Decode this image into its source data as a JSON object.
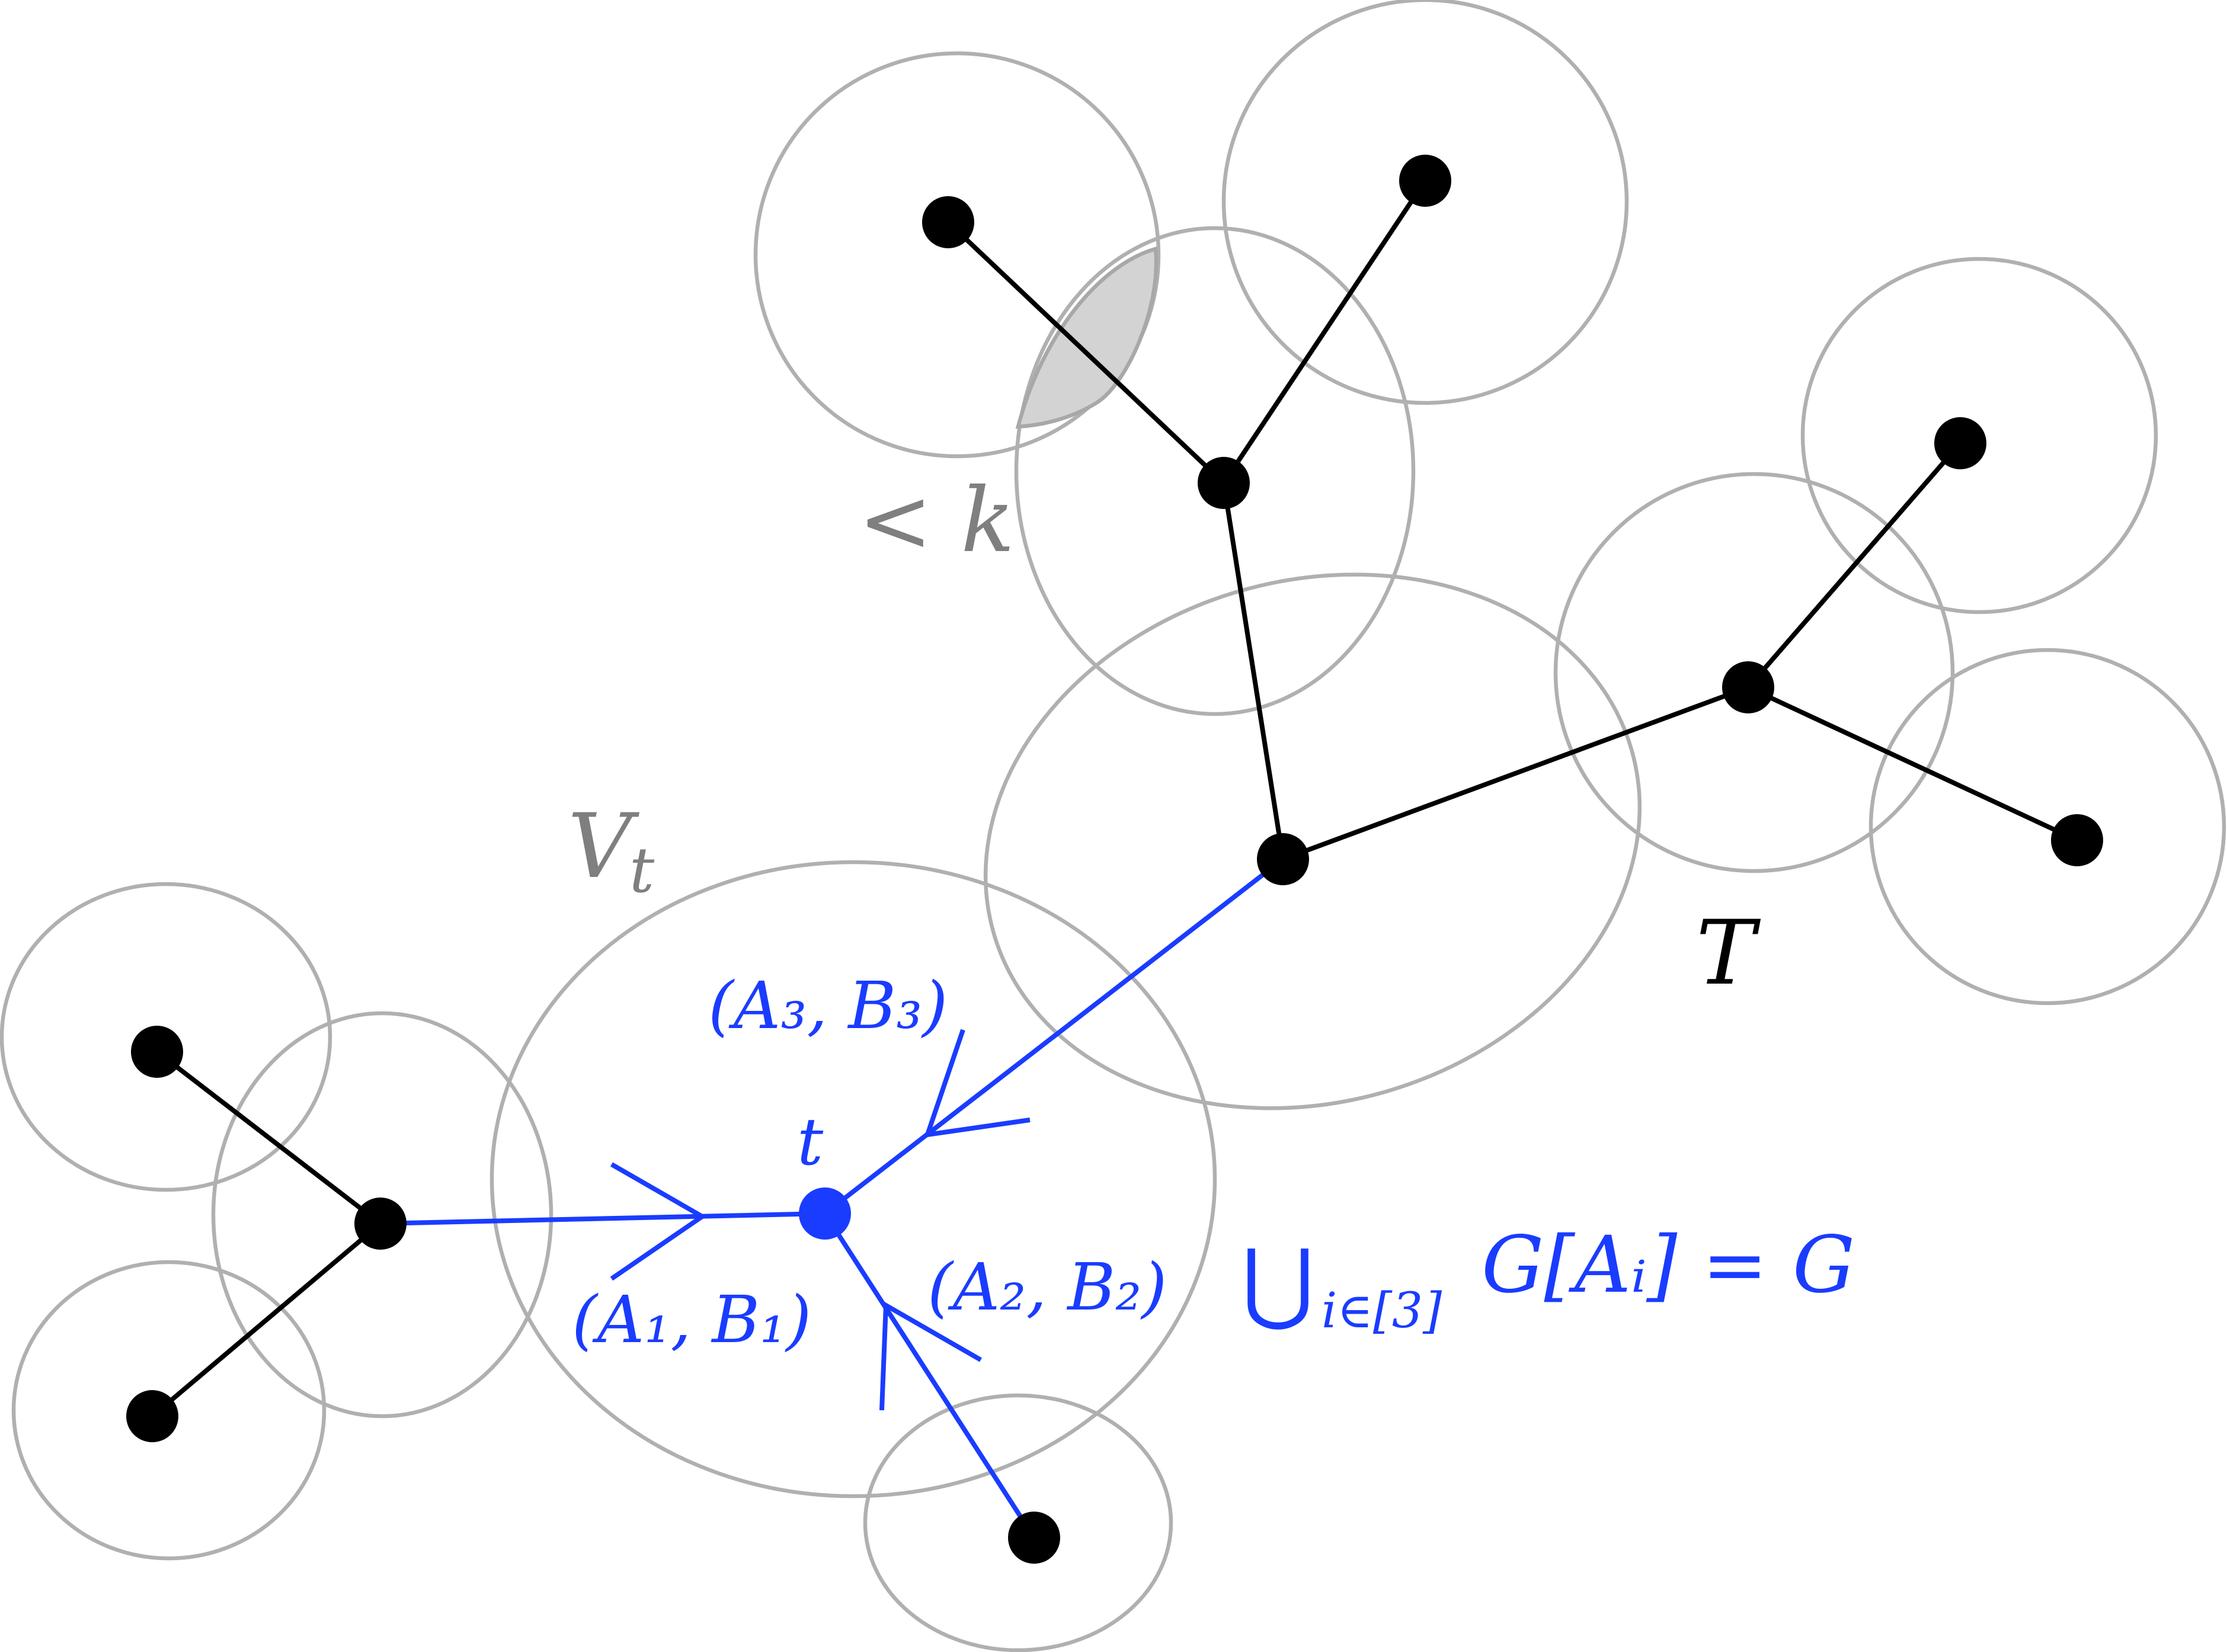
{
  "labels": {
    "less_than_k": "< k",
    "bag_vt": "V",
    "bag_vt_sub": "t",
    "tree_t": "T",
    "node_t": "t",
    "sep1": "(A₁, B₁)",
    "sep2": "(A₂, B₂)",
    "sep3": "(A₃, B₃)",
    "union_symbol": "⋃",
    "union_sub": "i∈[3]",
    "union_rest": "G[Aᵢ] = G"
  },
  "colors": {
    "tree_edges": "#000000",
    "highlight": "#1a3cff",
    "bag_outline": "#b0b0b0",
    "overlap_fill": "#d3d3d3",
    "label_gray": "#7f7f7f"
  }
}
